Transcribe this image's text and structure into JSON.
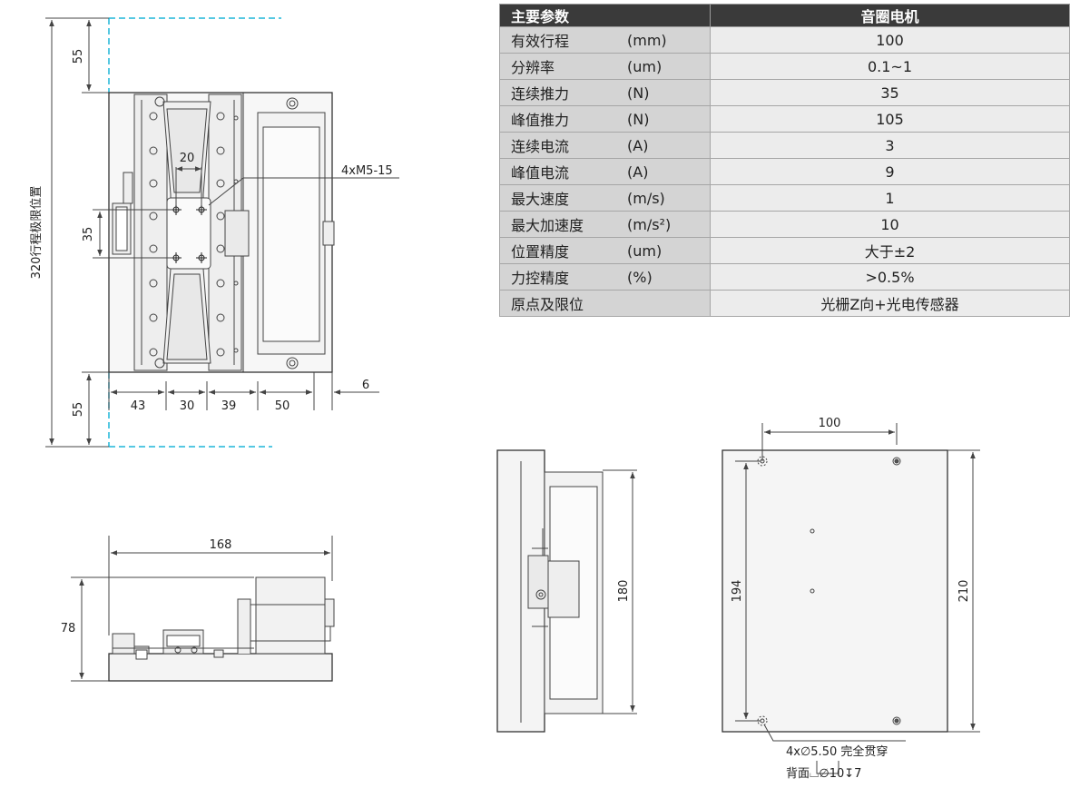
{
  "table": {
    "header": {
      "param": "主要参数",
      "value": "音圈电机"
    },
    "rows": [
      {
        "name": "有效行程",
        "unit": "(mm)",
        "value": "100"
      },
      {
        "name": "分辨率",
        "unit": "(um)",
        "value": "0.1~1"
      },
      {
        "name": "连续推力",
        "unit": "(N)",
        "value": "35"
      },
      {
        "name": "峰值推力",
        "unit": "(N)",
        "value": "105"
      },
      {
        "name": "连续电流",
        "unit": "(A)",
        "value": "3"
      },
      {
        "name": "峰值电流",
        "unit": "(A)",
        "value": "9"
      },
      {
        "name": "最大速度",
        "unit": "(m/s)",
        "value": "1"
      },
      {
        "name": "最大加速度",
        "unit": "(m/s²)",
        "value": "10"
      },
      {
        "name": "位置精度",
        "unit": "(um)",
        "value": "大于±2"
      },
      {
        "name": "力控精度",
        "unit": "(%)",
        "value": ">0.5%"
      },
      {
        "name": "原点及限位",
        "unit": "",
        "value": "光栅Z向+光电传感器"
      }
    ]
  },
  "top_view": {
    "stroke_label": "320行程极限位置",
    "dim_top": "55",
    "dim_bottom": "55",
    "dim_35": "35",
    "dim_20": "20",
    "thread_label": "4xM5-15",
    "bottom_dims": [
      "43",
      "30",
      "39",
      "50"
    ],
    "dim_6": "6"
  },
  "front_view": {
    "width": "168",
    "height": "78"
  },
  "side_view": {
    "height": "180"
  },
  "base_view": {
    "width": "100",
    "inner_height": "194",
    "outer_height": "210",
    "hole_note": "4x∅5.50 完全贯穿",
    "counterbore_note": "背面⌴∅10↧7"
  },
  "colors": {
    "line": "#333333",
    "limit": "#1fb5d8",
    "header_bg": "#3a3a3a",
    "param_bg": "#d4d4d4",
    "value_bg": "#ececec"
  }
}
